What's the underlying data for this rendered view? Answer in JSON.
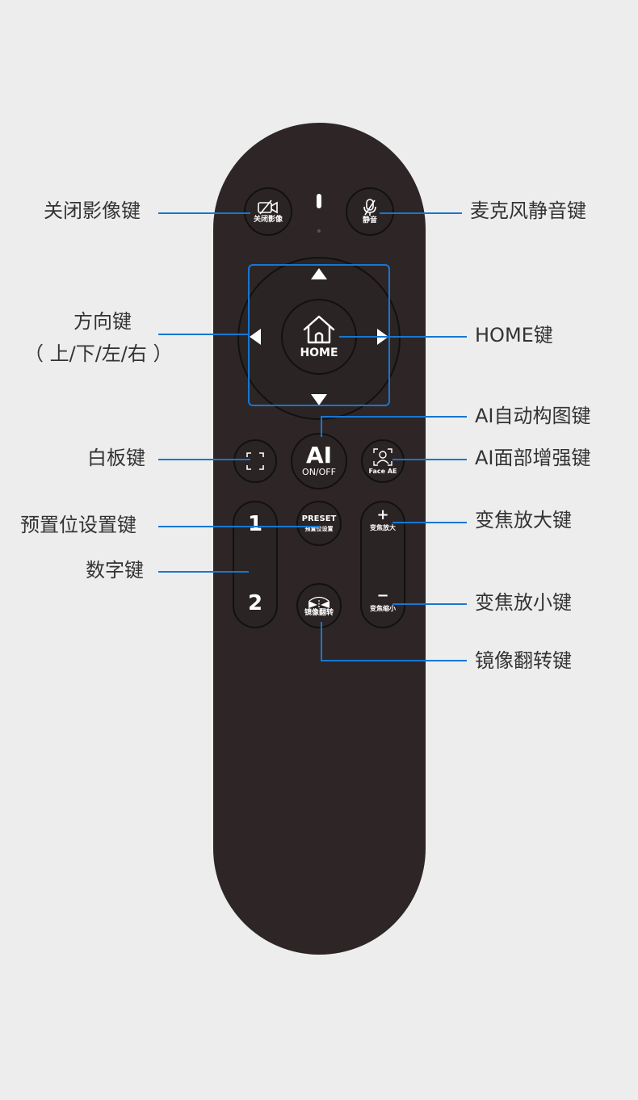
{
  "remote": {
    "btn_camera_off": "关闭影像",
    "btn_mute": "静音",
    "btn_home": "HOME",
    "btn_ai_main": "AI",
    "btn_ai_sub": "ON/OFF",
    "btn_face_ae": "Face AE",
    "btn_num1": "1",
    "btn_num2": "2",
    "btn_preset_main": "PRESET",
    "btn_preset_sub": "预置位设置",
    "btn_zoom_in_symbol": "+",
    "btn_zoom_in": "变焦放大",
    "btn_zoom_out_symbol": "−",
    "btn_zoom_out": "变焦缩小",
    "btn_mirror": "镜像翻转"
  },
  "labels": {
    "camera_off": "关闭影像键",
    "mute": "麦克风静音键",
    "direction_line1": "方向键",
    "direction_line2": "（ 上/下/左/右 ）",
    "home": "HOME键",
    "ai_framing": "AI自动构图键",
    "whiteboard": "白板键",
    "face_enhance": "AI面部增强键",
    "preset": "预置位设置键",
    "zoom_in": "变焦放大键",
    "numeric": "数字键",
    "zoom_out": "变焦放小键",
    "mirror": "镜像翻转键"
  },
  "colors": {
    "remote_body": "#2e2626",
    "leader_line": "#1677d2",
    "background": "#ededed"
  }
}
